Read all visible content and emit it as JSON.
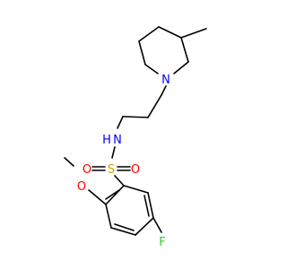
{
  "colors": {
    "bond": "#000000",
    "N": "#0000ff",
    "O": "#ff0000",
    "S": "#c9a100",
    "F": "#33cc33"
  },
  "labels": {
    "n_piperidine": "N",
    "n_sulfonamide": "N",
    "h_sulfonamide": "H",
    "s_sulfonyl": "S",
    "o_left": "O",
    "o_right": "O",
    "o_methoxy": "O",
    "f_fluoro": "F"
  }
}
